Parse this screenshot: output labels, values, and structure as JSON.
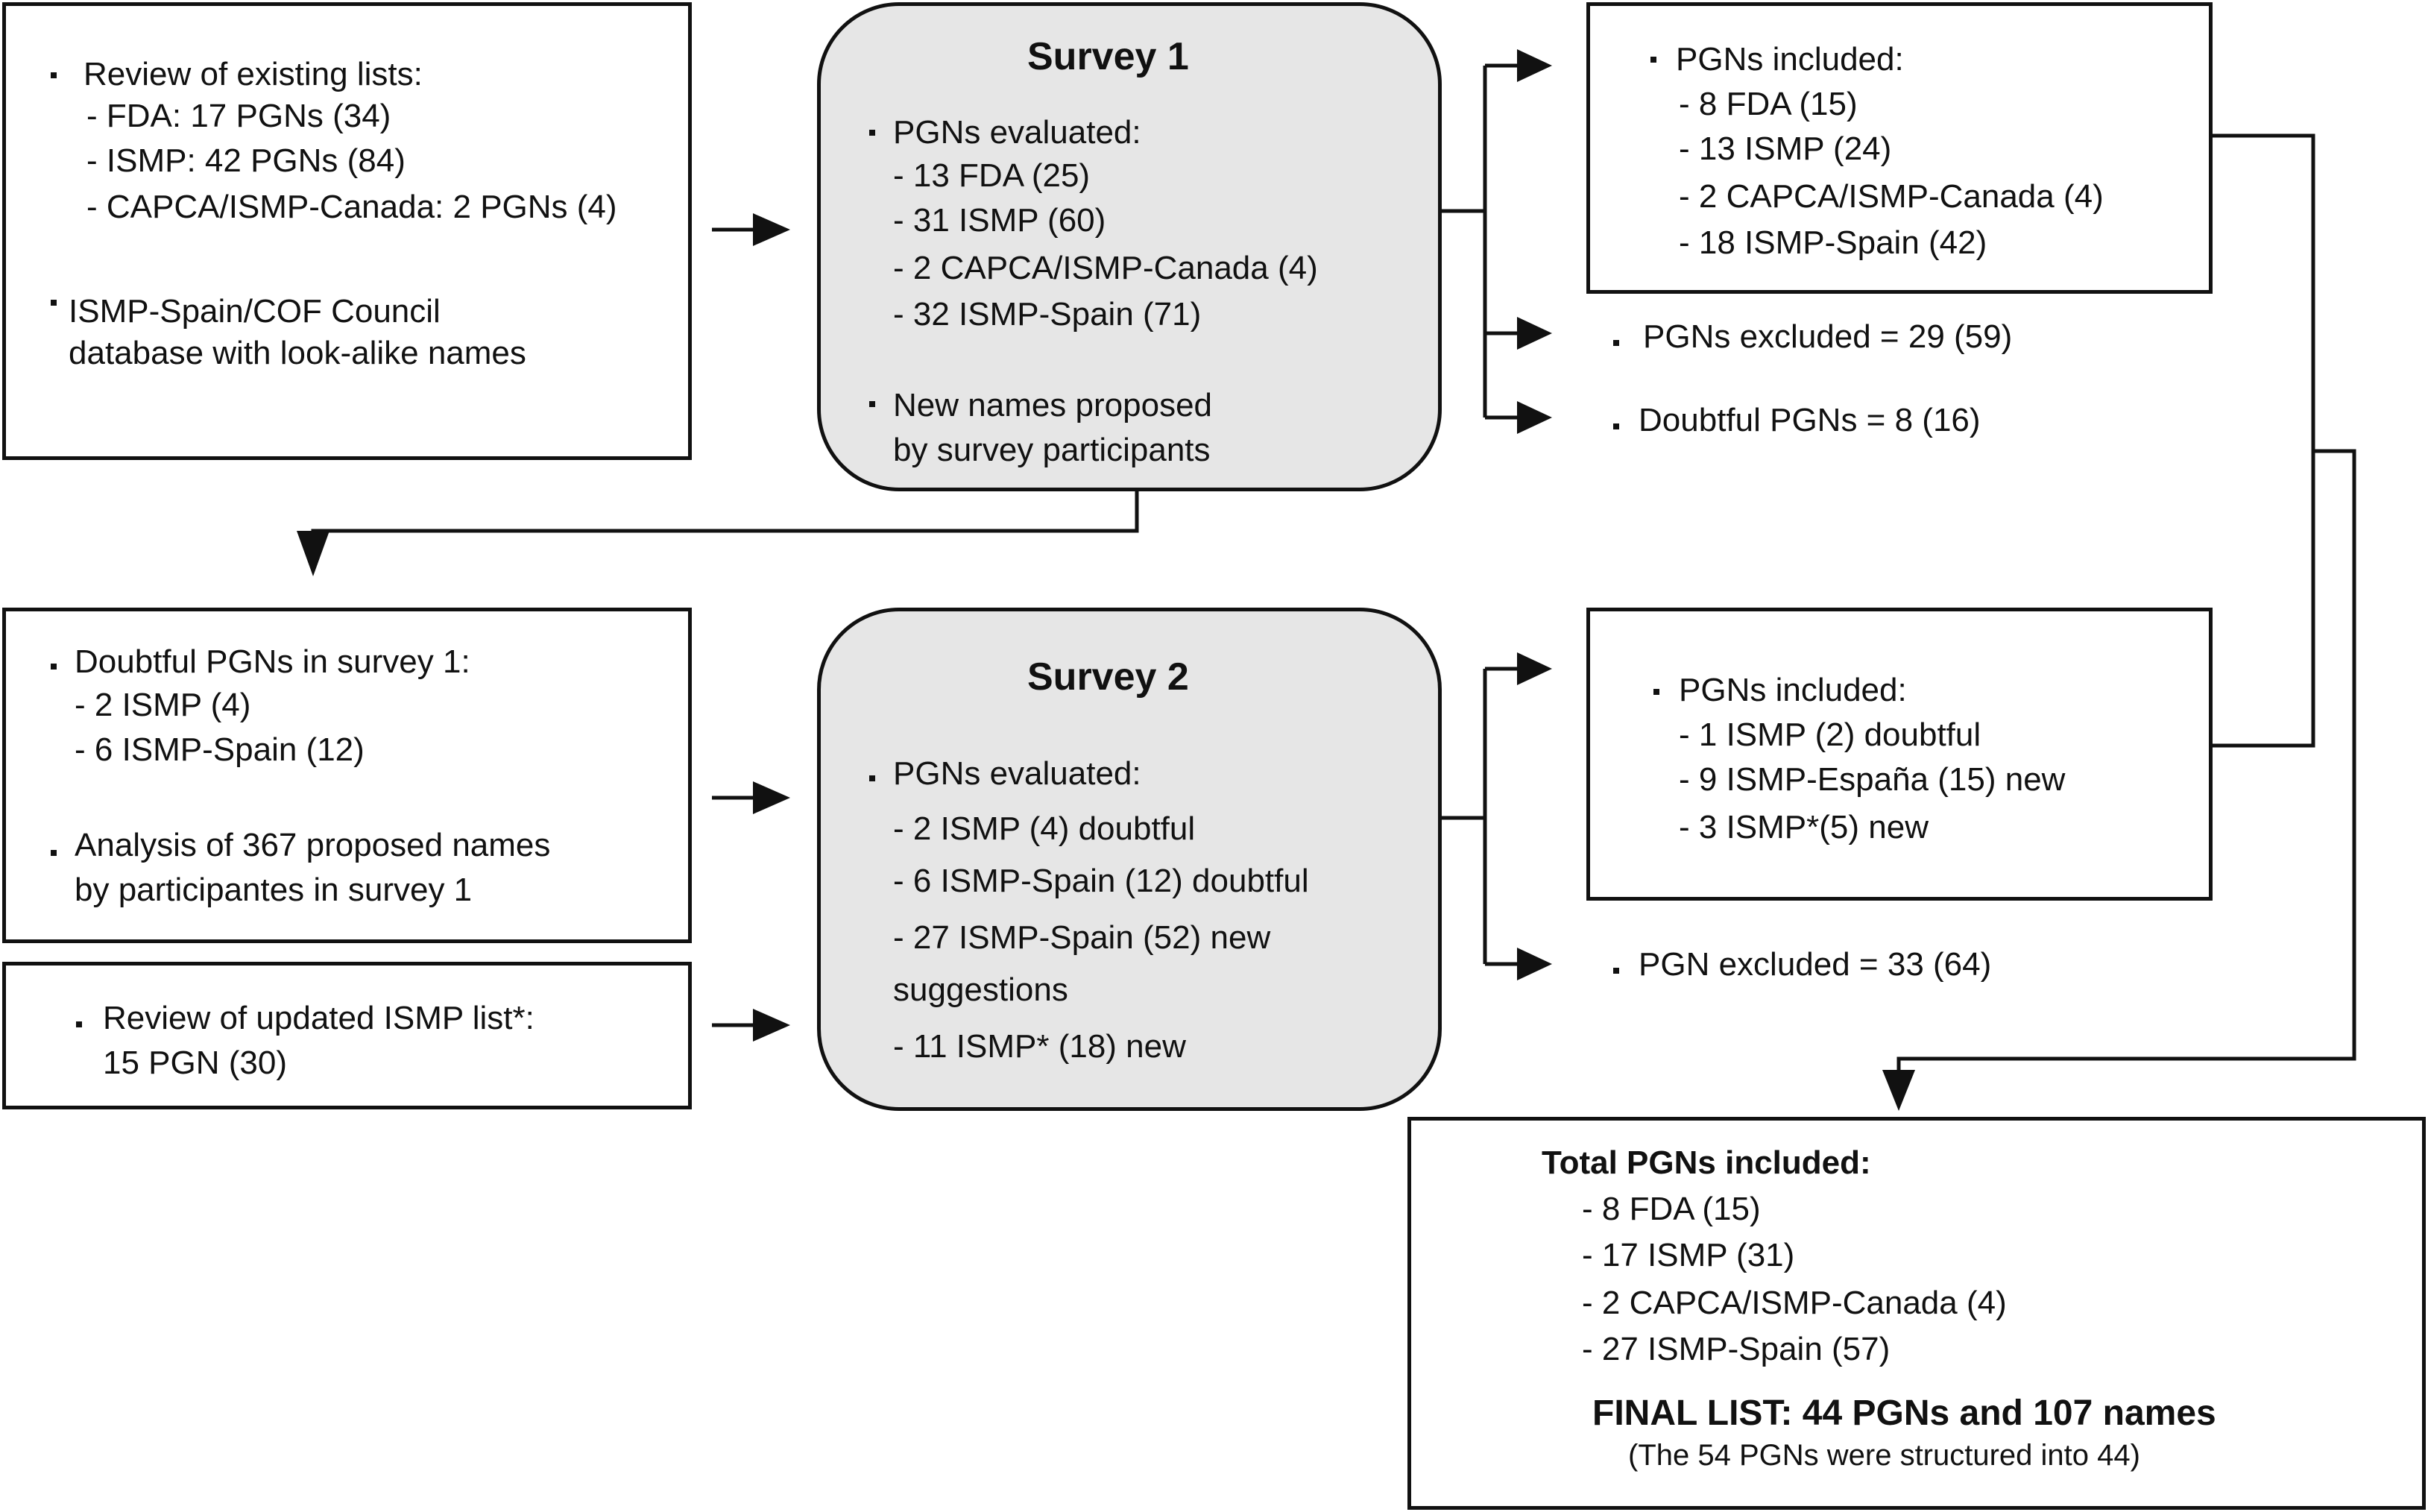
{
  "box_existing": {
    "item1": "Review of existing lists:",
    "sub": [
      "- FDA: 17 PGNs (34)",
      "- ISMP: 42 PGNs (84)",
      "- CAPCA/ISMP-Canada: 2 PGNs (4)"
    ],
    "item2_l1": "ISMP-Spain/COF Council",
    "item2_l2": "database with look-alike names"
  },
  "survey1": {
    "title": "Survey 1",
    "item1": "PGNs evaluated:",
    "sub": [
      "- 13 FDA (25)",
      "- 31 ISMP (60)",
      "- 2 CAPCA/ISMP-Canada (4)",
      "- 32 ISMP-Spain (71)"
    ],
    "item2_l1": "New names proposed",
    "item2_l2": "by survey participants"
  },
  "s1_included": {
    "item1": "PGNs included:",
    "sub": [
      "- 8 FDA (15)",
      "- 13 ISMP (24)",
      "- 2 CAPCA/ISMP-Canada (4)",
      "- 18 ISMP-Spain (42)"
    ]
  },
  "s1_excluded": "PGNs excluded = 29 (59)",
  "s1_doubtful": "Doubtful PGNs = 8 (16)",
  "box_doubtful": {
    "item1": "Doubtful PGNs in survey 1:",
    "sub": [
      "- 2 ISMP (4)",
      "- 6 ISMP-Spain (12)"
    ],
    "item2_l1": "Analysis of 367 proposed names",
    "item2_l2": "by participantes in survey 1"
  },
  "box_updated": {
    "item1": "Review of updated ISMP list*:",
    "item1_l2": "15 PGN (30)"
  },
  "survey2": {
    "title": "Survey 2",
    "item1": "PGNs evaluated:",
    "sub": [
      "- 2 ISMP (4) doubtful",
      "- 6 ISMP-Spain (12) doubtful",
      "- 27 ISMP-Spain (52) new",
      "suggestions",
      "- 11 ISMP* (18) new"
    ]
  },
  "s2_included": {
    "item1": "PGNs included:",
    "sub": [
      "- 1 ISMP (2) doubtful",
      "- 9 ISMP-España (15) new",
      "- 3 ISMP*(5) new"
    ]
  },
  "s2_excluded": "PGN excluded = 33 (64)",
  "final": {
    "title": "Total  PGNs included:",
    "sub": [
      "- 8 FDA (15)",
      "- 17 ISMP (31)",
      "- 2 CAPCA/ISMP-Canada (4)",
      "- 27 ISMP-Spain (57)"
    ],
    "list_title": "FINAL LIST: 44 PGNs and 107 names",
    "note": "(The 54 PGNs were structured into 44)"
  }
}
